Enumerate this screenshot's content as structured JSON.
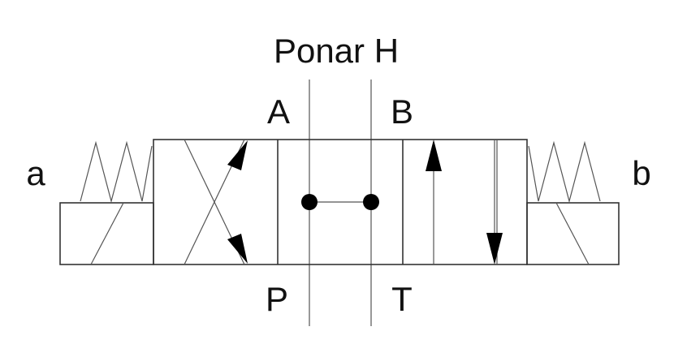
{
  "title": "Ponar H",
  "ports": {
    "a": "A",
    "b": "B",
    "p": "P",
    "t": "T"
  },
  "solenoids": {
    "left": "a",
    "right": "b"
  }
}
